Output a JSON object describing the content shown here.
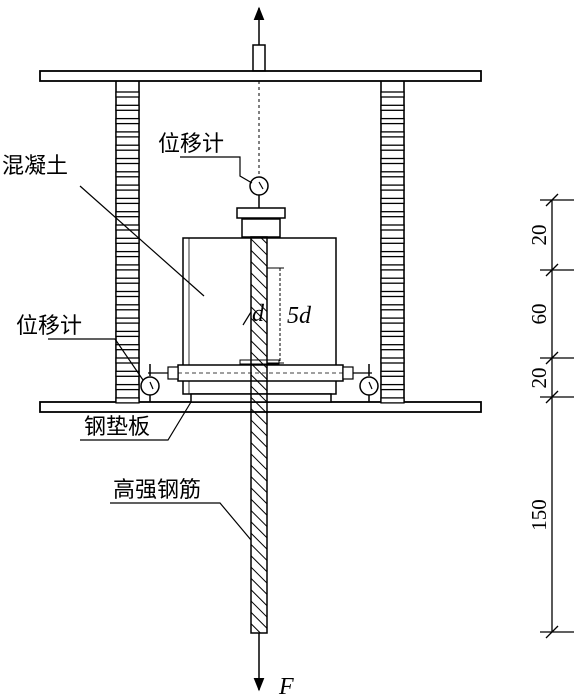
{
  "labels": {
    "concrete": "混凝土",
    "displacement_meter_top": "位移计",
    "displacement_meter_left": "位移计",
    "steel_plate": "钢垫板",
    "rebar": "高强钢筋",
    "bond_length": "5d",
    "diameter": "d",
    "force": "F"
  },
  "dimensions": [
    "20",
    "60",
    "20",
    "150"
  ],
  "colors": {
    "line": "#000000",
    "background": "#ffffff",
    "concrete_fill": "#ffffff"
  }
}
